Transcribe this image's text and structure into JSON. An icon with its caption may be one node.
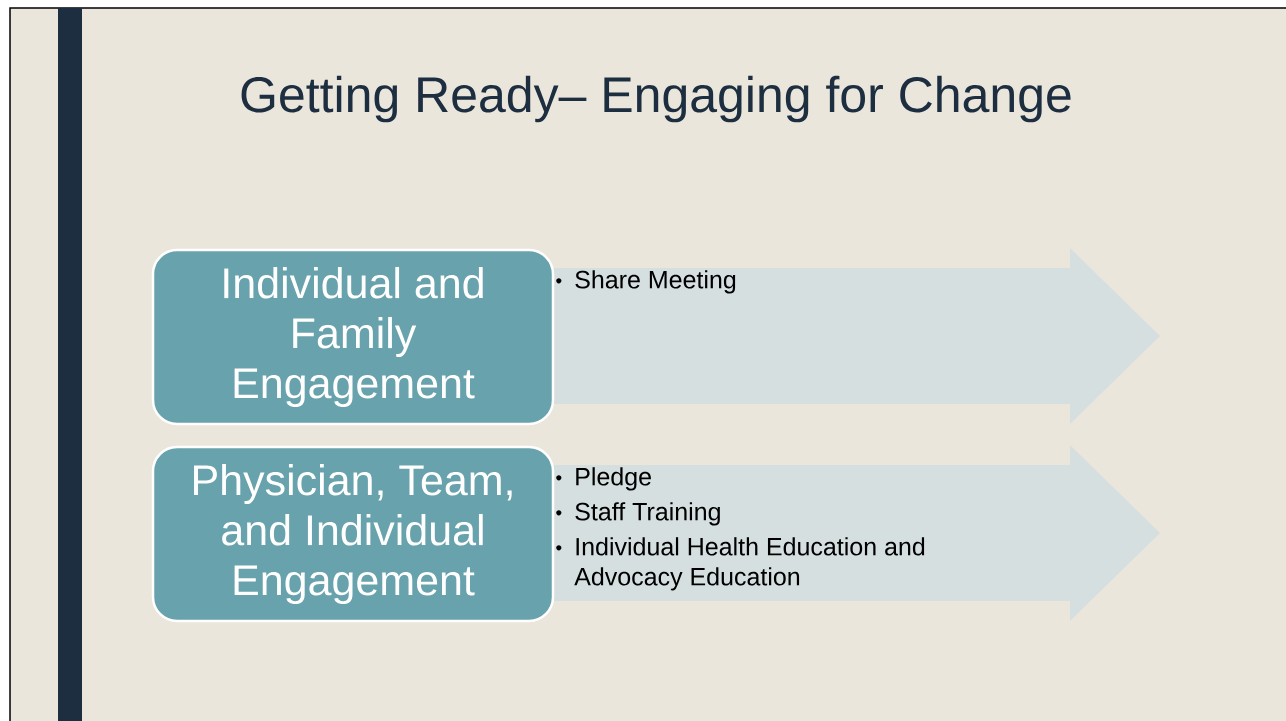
{
  "diagram": {
    "title": "Getting Ready– Engaging for Change",
    "nodes": [
      {
        "text": [
          "Individual and Family Engagement"
        ]
      },
      {
        "text": [
          "Share Meeting"
        ]
      },
      {
        "text": [
          "Physician, Team, and Individual Engagement"
        ]
      },
      {
        "text": [
          "Pledge",
          "Staff Training",
          "Individual Health Education and Advocacy Education"
        ]
      }
    ]
  }
}
